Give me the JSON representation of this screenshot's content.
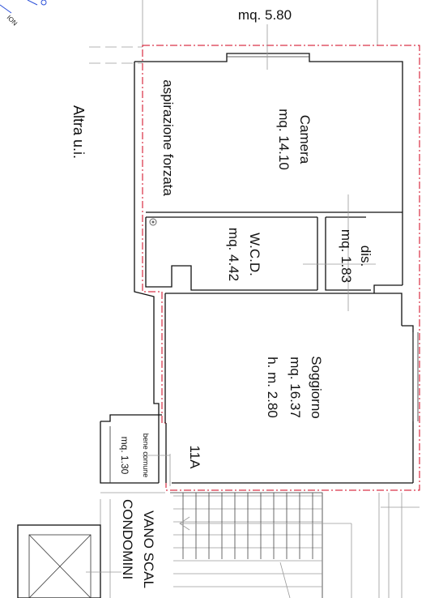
{
  "top_area": "mq. 5.80",
  "neighbor": "Altra u.i.",
  "extraction": "aspirazione forzata",
  "rooms": {
    "camera": {
      "name": "Camera",
      "area": "mq. 14.10"
    },
    "wcd": {
      "name": "W.C.D.",
      "area": "mq. 4.42"
    },
    "dis": {
      "name": "dis.",
      "area": "mq. 1.83"
    },
    "soggiorno": {
      "name": "Soggiorno",
      "area": "mq. 16.37",
      "height": "h. m. 2.80"
    },
    "bene": {
      "name": "bene comune",
      "area": "mq. 1.30"
    }
  },
  "unit_id": "11A",
  "stair": {
    "line1": "VANO SCAL",
    "line2": "CONDOMINI"
  },
  "corner_text": "ION",
  "colors": {
    "boundary": "#d0021b",
    "corner": "#2b4fd8",
    "walls": "#111111"
  }
}
